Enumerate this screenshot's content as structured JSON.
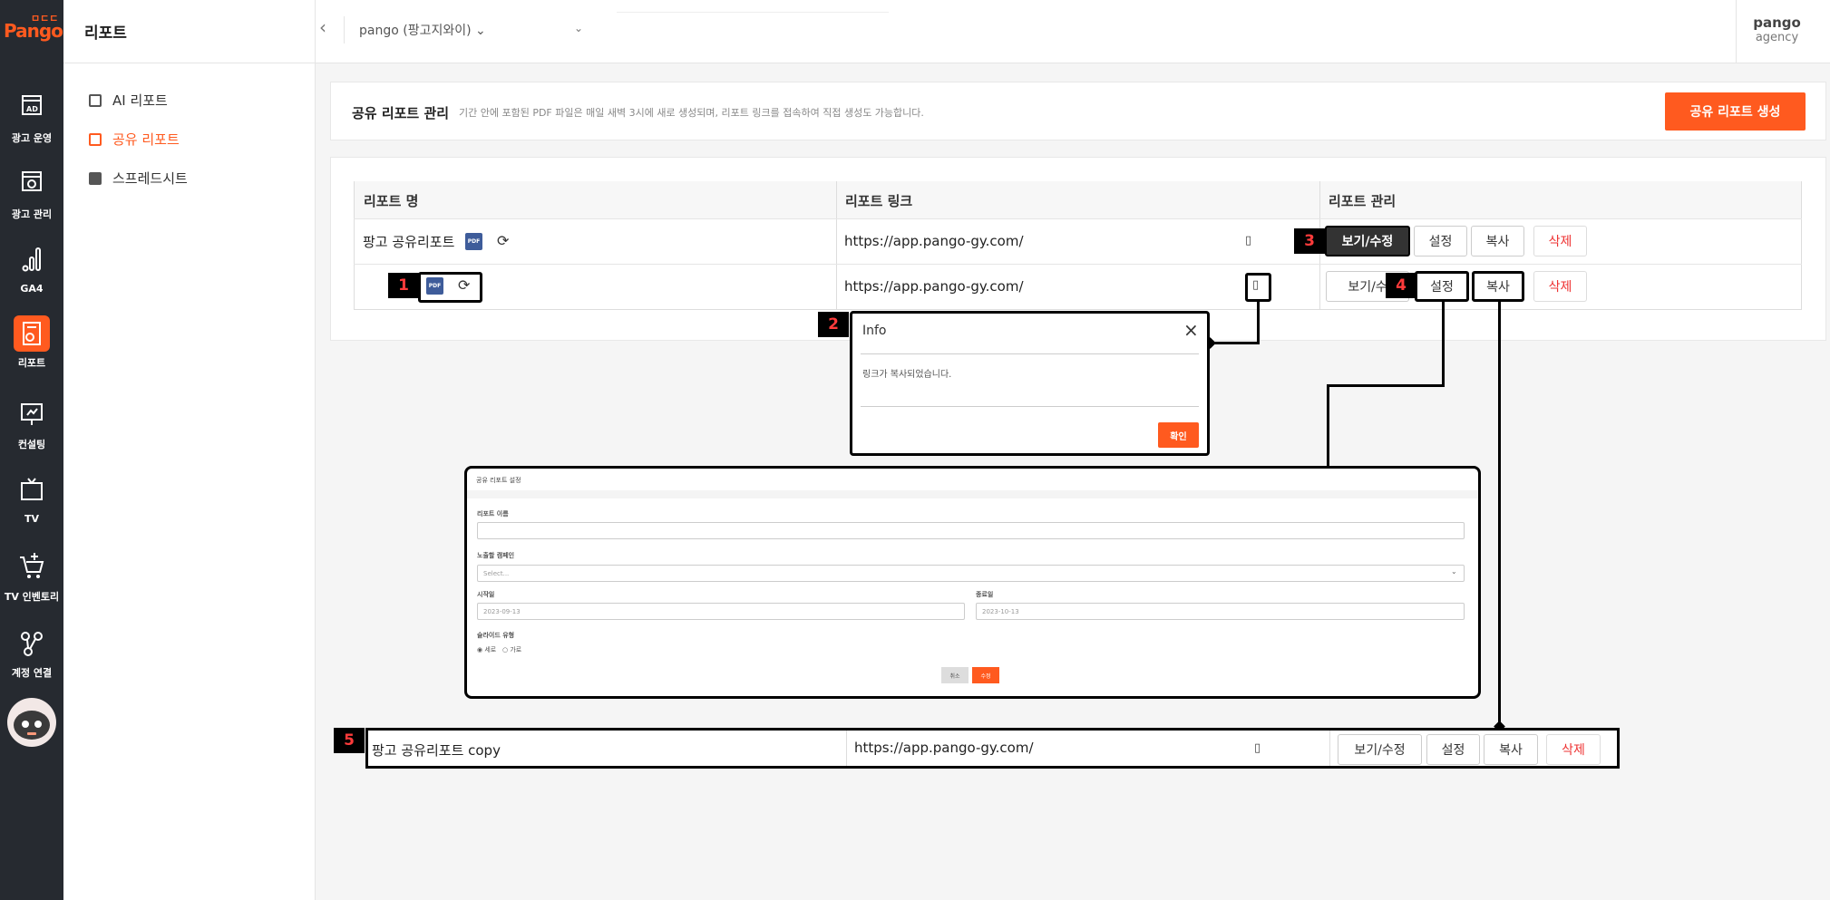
{
  "brand": {
    "logo_top": "ㅁㄷㄷ",
    "logo_main": "Pango",
    "accent": "#ff5a1f"
  },
  "rail": {
    "items": [
      {
        "label": "광고 운영",
        "icon": "ad-monitor-icon"
      },
      {
        "label": "광고 관리",
        "icon": "gear-monitor-icon"
      },
      {
        "label": "GA4",
        "icon": "bar-chart-icon"
      },
      {
        "label": "리포트",
        "icon": "report-icon"
      },
      {
        "label": "컨설팅",
        "icon": "consulting-icon"
      },
      {
        "label": "TV",
        "icon": "tv-icon"
      },
      {
        "label": "TV 인벤토리",
        "icon": "cart-plus-icon"
      },
      {
        "label": "계정 연결",
        "icon": "link-nodes-icon"
      }
    ],
    "active_index": 3
  },
  "sidebar": {
    "title": "리포트",
    "items": [
      {
        "label": "AI 리포트",
        "icon": "doc-icon"
      },
      {
        "label": "공유 리포트",
        "icon": "chart-doc-icon"
      },
      {
        "label": "스프레드시트",
        "icon": "grid-icon"
      }
    ],
    "active_index": 1
  },
  "header": {
    "back_icon": "‹",
    "account": "pango (팡고지와이)",
    "account_chevron": "⌄",
    "dropdown_chevron": "⌄",
    "user_name": "pango",
    "user_org": "agency"
  },
  "page": {
    "title": "공유 리포트 관리",
    "description": "기간 안에 포함된 PDF 파일은 매일 새벽 3시에 새로 생성되며, 리포트 링크를 접속하여 직접 생성도 가능합니다.",
    "create_button": "공유 리포트 생성"
  },
  "table": {
    "headers": [
      "리포트 명",
      "리포트 링크",
      "리포트 관리"
    ],
    "rows": [
      {
        "name": "팡고 공유리포트",
        "pdf": "PDF",
        "link": "https://app.pango-gy.com/",
        "view": "보기/수정",
        "settings": "설정",
        "copy": "복사",
        "delete": "삭제"
      },
      {
        "name": "",
        "pdf": "PDF",
        "link": "https://app.pango-gy.com/",
        "view": "보기/수",
        "settings": "설정",
        "copy": "복사",
        "delete": "삭제"
      }
    ]
  },
  "callouts": [
    "1",
    "2",
    "3",
    "4",
    "5"
  ],
  "dialog": {
    "title": "Info",
    "close": "×",
    "message": "링크가 복사되었습니다.",
    "ok": "확인"
  },
  "modal": {
    "title": "공유 리포트 설정",
    "name_label": "리포트 이름",
    "campaign_label": "노출할 캠페인",
    "campaign_placeholder": "Select...",
    "start_label": "시작일",
    "start_value": "2023-09-13",
    "end_label": "종료일",
    "end_value": "2023-10-13",
    "slide_label": "슬라이드 유형",
    "radio_vertical": "세로",
    "radio_horizontal": "가로",
    "cancel": "취소",
    "submit": "수정"
  },
  "copy_row": {
    "name": "팡고 공유리포트 copy",
    "link": "https://app.pango-gy.com/",
    "view": "보기/수정",
    "settings": "설정",
    "copy": "복사",
    "delete": "삭제"
  }
}
